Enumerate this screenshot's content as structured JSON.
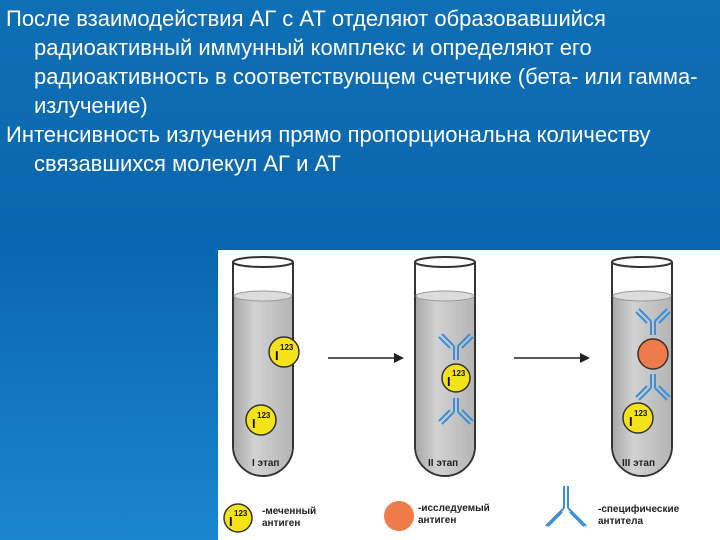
{
  "text": {
    "paragraph1": "После взаимодействия АГ с АТ отделяют образовавшийся радиоактивный иммунный комплекс и определяют его радиоактивность в соответствующем счетчике (бета- или гамма-излучение)",
    "paragraph2": "Интенсивность излучения прямо пропорциональна количеству связавшихся молекул АГ и АТ"
  },
  "figure": {
    "stages": [
      "I этап",
      "II этап",
      "III этап"
    ],
    "isotope_symbol": "I",
    "isotope_mass": "123",
    "legend": {
      "labeled_antigen_line1": "-меченный",
      "labeled_antigen_line2": "антиген",
      "test_antigen_line1": "-исследуемый",
      "test_antigen_line2": "антиген",
      "antibody_line1": "-специфические",
      "antibody_line2": "антитела"
    },
    "colors": {
      "labeled_antigen": "#f4e21a",
      "test_antigen": "#f07b4a",
      "antibody": "#3a8fd8",
      "tube_liquid": "#c8c8c8"
    }
  }
}
